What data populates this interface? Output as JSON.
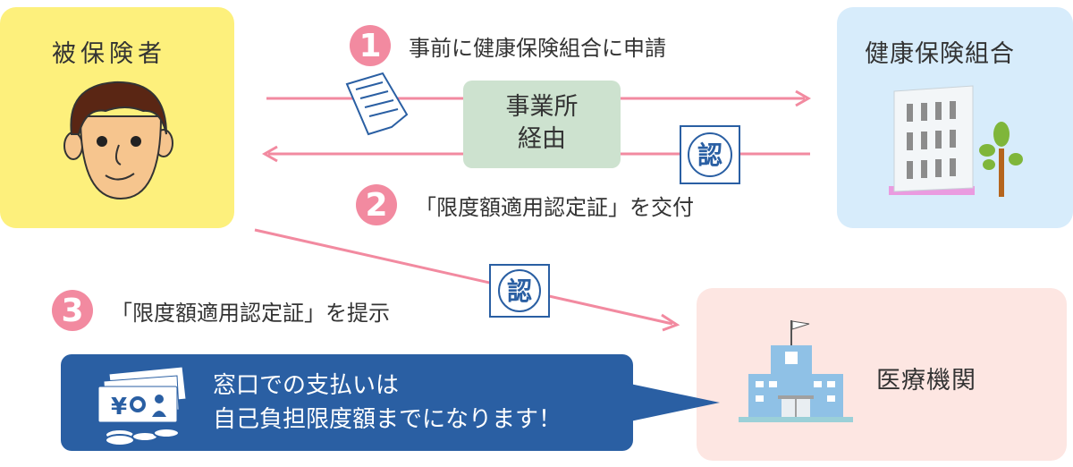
{
  "insured": {
    "title": "被保険者"
  },
  "union": {
    "title": "健康保険組合"
  },
  "hospital": {
    "title": "医療機関"
  },
  "office": {
    "line1": "事業所",
    "line2": "経由"
  },
  "steps": [
    {
      "number": "1",
      "text": "事前に健康保険組合に申請"
    },
    {
      "number": "2",
      "text": "「限度額適用認定証」を交付"
    },
    {
      "number": "3",
      "text": "「限度額適用認定証」を提示"
    }
  ],
  "stamp_char": "認",
  "bubble": {
    "line1": "窓口での支払いは",
    "line2": "自己負担限度額までになります！"
  },
  "money_symbol": "¥",
  "colors": {
    "insured_bg": "#fdf07c",
    "union_bg": "#d7ecfb",
    "hospital_bg": "#fde6e2",
    "office_bg": "#cde2cf",
    "arrow": "#f28aa0",
    "bubble_bg": "#2a5fa3",
    "stamp": "#2a5fa3"
  }
}
